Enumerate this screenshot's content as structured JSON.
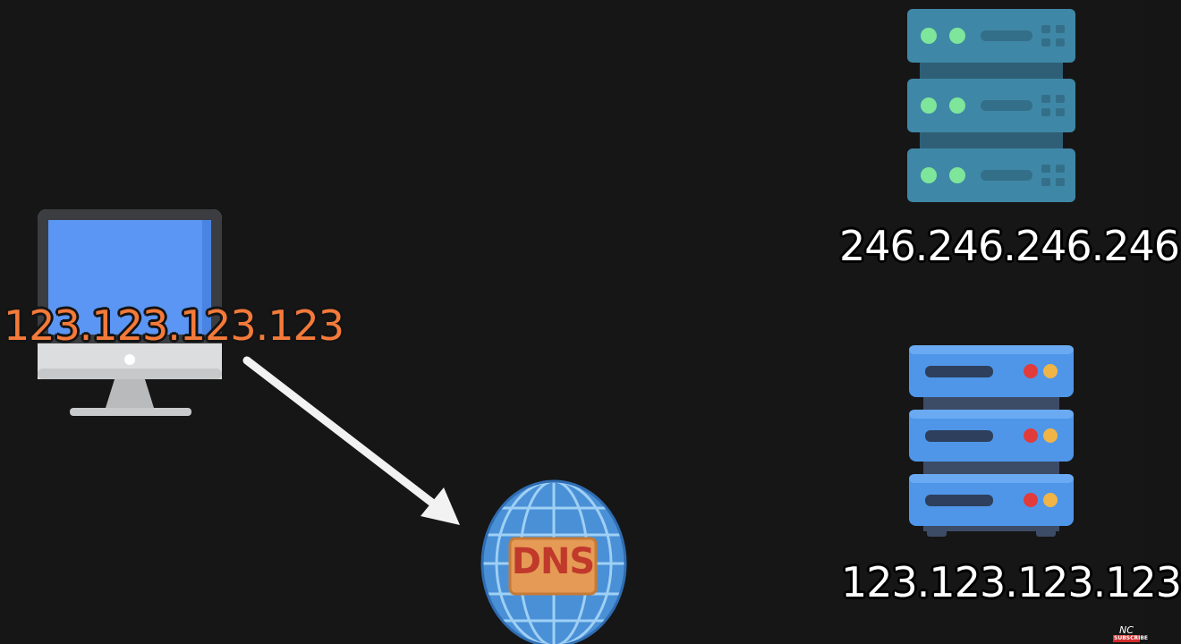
{
  "labels": {
    "client_ip": "123.123.123.123",
    "server_top_ip": "246.246.246.246",
    "server_bottom_ip": "123.123.123.123",
    "dns_text": "DNS"
  },
  "watermark": {
    "logo_text": "NC",
    "subscribe_text": "SUBSCRIBE"
  },
  "icons": {
    "client": "desktop-computer-icon",
    "dns": "dns-globe-icon",
    "server_top": "teal-server-rack-icon",
    "server_bottom": "blue-server-rack-icon",
    "arrow": "arrow-icon"
  },
  "colors": {
    "background": "#161616",
    "client_label": "#f47a3a",
    "server_label": "#ffffff",
    "teal_server": "#3f87a6",
    "blue_server": "#4f96e8",
    "globe": "#4a90d6",
    "dns_badge": "#e59a55",
    "dns_text": "#c0392b"
  }
}
